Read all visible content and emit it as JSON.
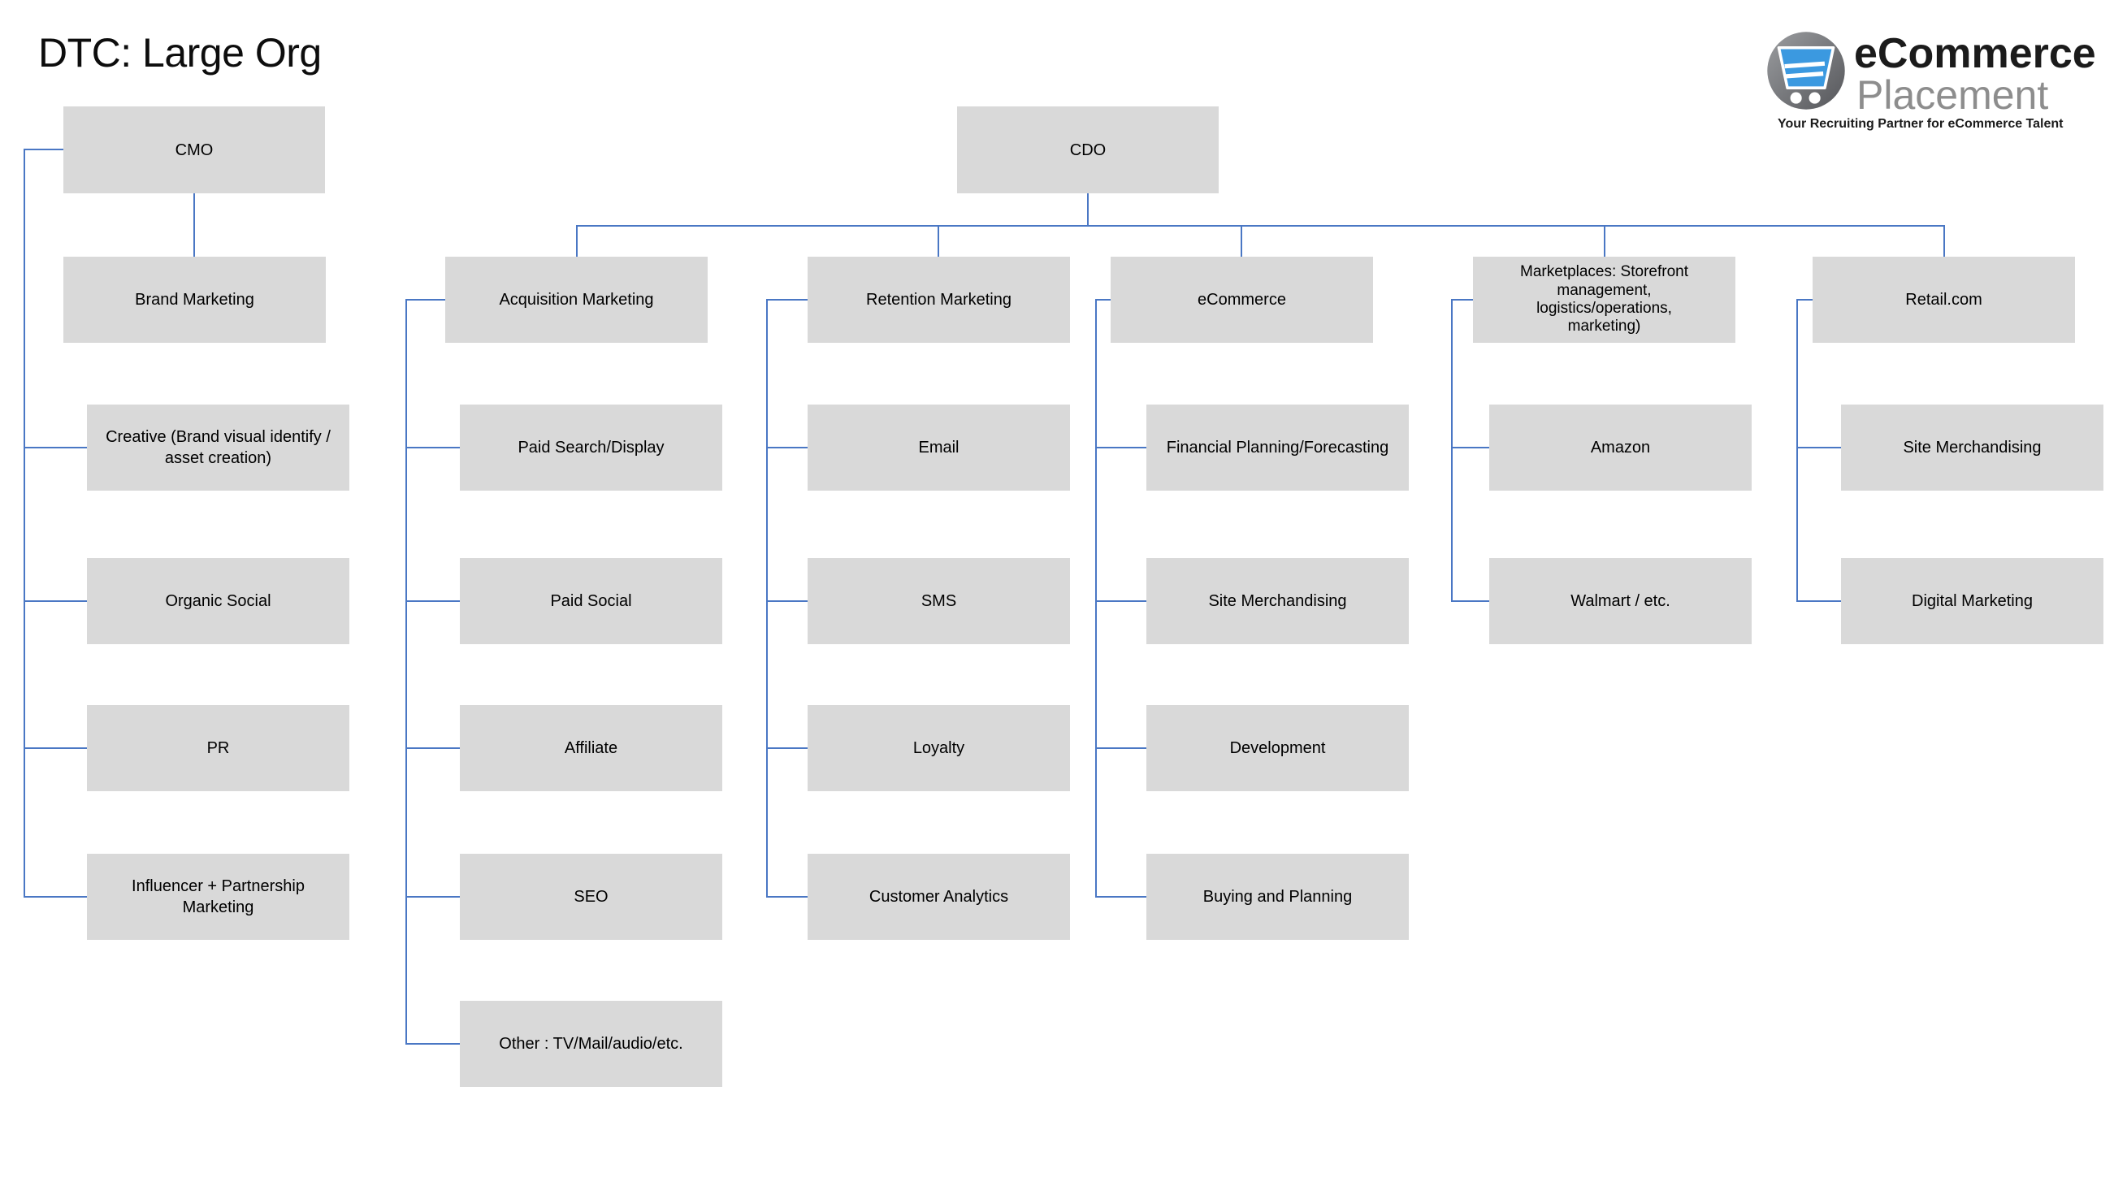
{
  "title": "DTC: Large Org",
  "logo": {
    "brand_top": "eCommerce",
    "brand_bottom": "Placement",
    "tagline": "Your Recruiting Partner for eCommerce Talent"
  },
  "colors": {
    "box_fill": "#d9d9d9",
    "connector_blue": "#4a77c4",
    "logo_cart_blue": "#3b99e0",
    "logo_circle_gray": "#6d6e71",
    "brand_top_color": "#1b1b1b",
    "brand_bottom_color": "#8d8d8d"
  },
  "nodes": {
    "cmo": "CMO",
    "brand": "Brand Marketing",
    "creative": "Creative (Brand visual identify / asset creation)",
    "organic": "Organic Social",
    "pr": "PR",
    "influencer": "Influencer + Partnership Marketing",
    "cdo": "CDO",
    "acquisition": "Acquisition Marketing",
    "paid_search": "Paid Search/Display",
    "paid_social": "Paid Social",
    "affiliate": "Affiliate",
    "seo": "SEO",
    "other": "Other : TV/Mail/audio/etc.",
    "retention": "Retention Marketing",
    "email": "Email",
    "sms": "SMS",
    "loyalty": "Loyalty",
    "customer_analytics": "Customer Analytics",
    "ecommerce": "eCommerce",
    "financial": "Financial Planning/Forecasting",
    "site_merch_ecom": "Site Merchandising",
    "development": "Development",
    "buying": "Buying and Planning",
    "marketplaces": "Marketplaces: Storefront management, logistics/operations, marketing)",
    "amazon": "Amazon",
    "walmart": "Walmart / etc.",
    "retail": "Retail.com",
    "site_merch_retail": "Site Merchandising",
    "digital": "Digital Marketing"
  }
}
